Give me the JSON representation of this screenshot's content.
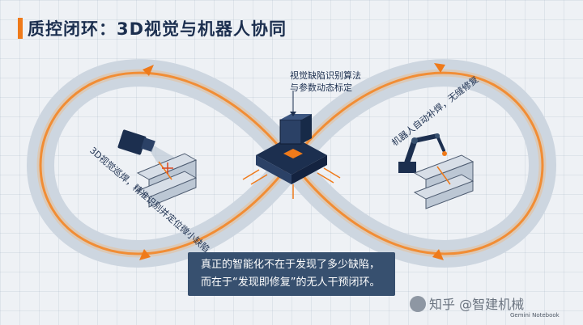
{
  "title": "质控闭环：3D视觉与机器人协同",
  "callout": {
    "line1": "视觉缺陷识别算法",
    "line2": "与参数动态标定"
  },
  "left_label": "3D视觉巡焊，精准识别并定位微小缺陷",
  "right_label": "机器人自动补焊，无缝修复",
  "summary": {
    "line1": "真正的智能化不在于发现了多少缺陷，",
    "line2": "而在于“发现即修复”的无人干预闭环。"
  },
  "watermark": "知乎 @智建机械",
  "badge": "Gemini Notebook",
  "colors": {
    "navy": "#1c2f4f",
    "orange": "#ef7a1a",
    "track": "#cdd6e0",
    "panel": "#37506f"
  },
  "icons": [
    "camera-icon",
    "steel-beam-icon",
    "chip-icon",
    "robot-arm-icon",
    "cross-marker-icon"
  ]
}
